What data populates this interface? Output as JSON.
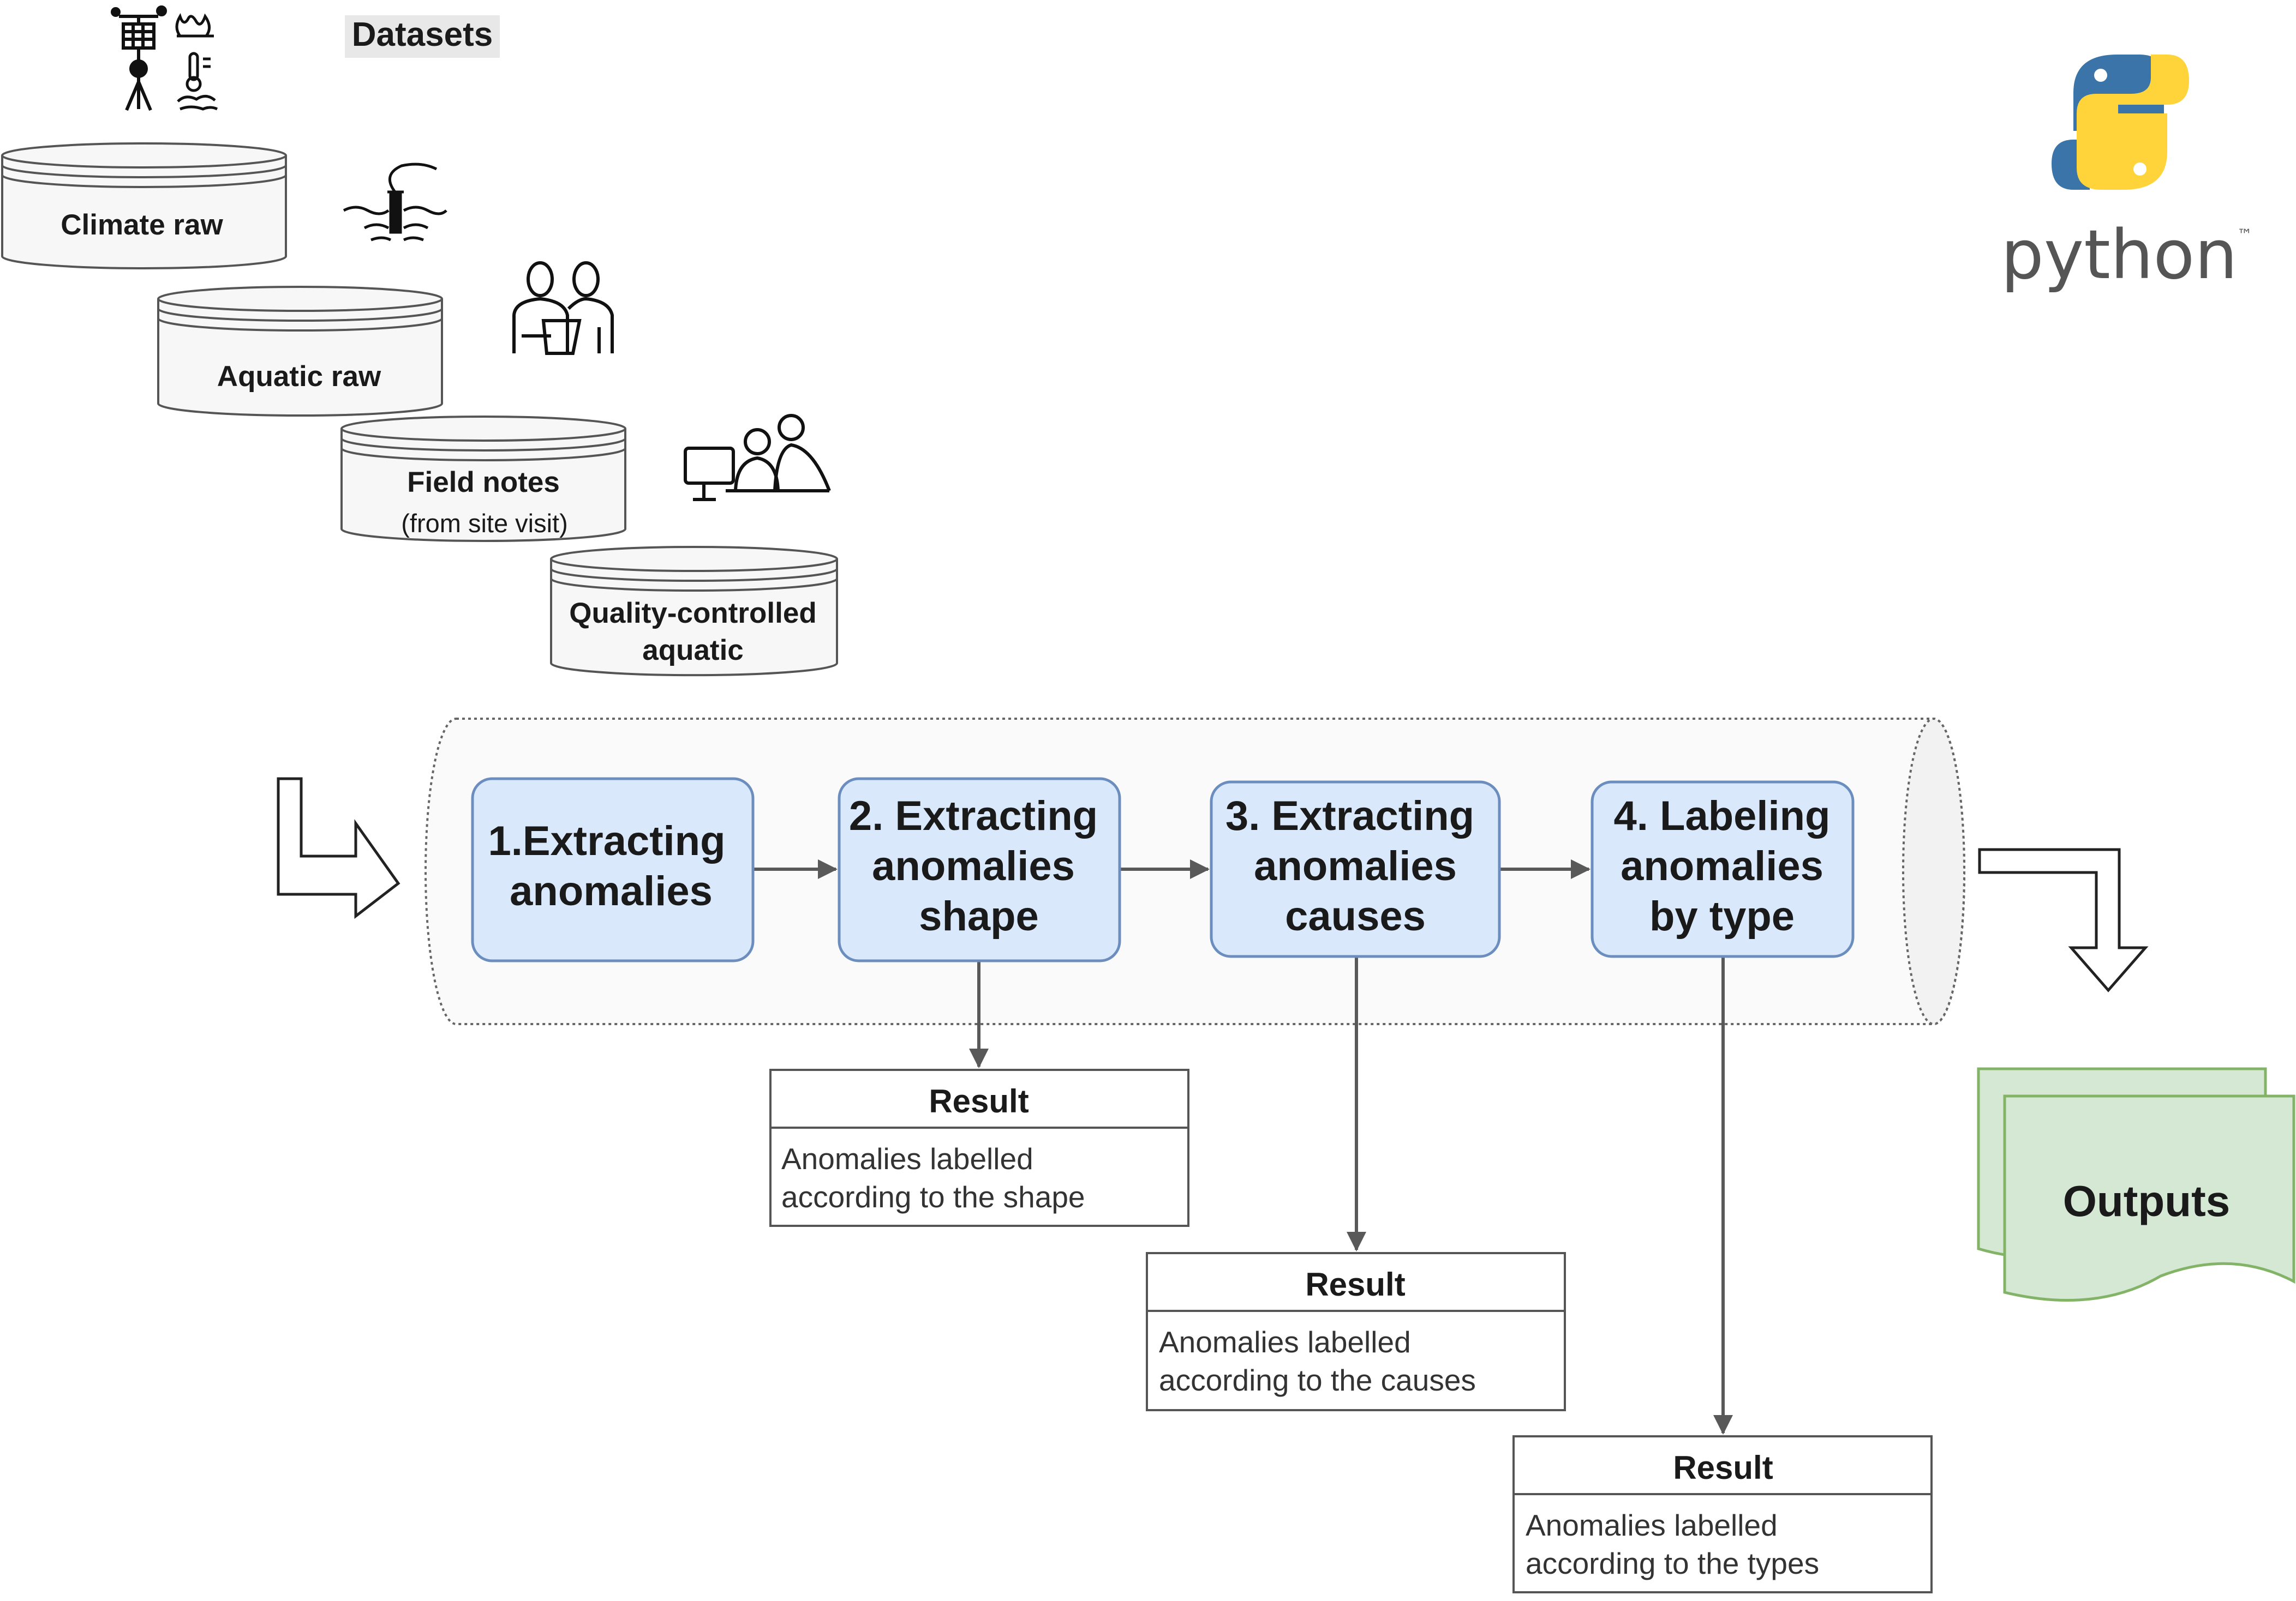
{
  "datasets_heading": "Datasets",
  "datasets": [
    {
      "id": "climate",
      "line1": "Climate raw",
      "line2": ""
    },
    {
      "id": "aquatic",
      "line1": "Aquatic raw",
      "line2": ""
    },
    {
      "id": "field",
      "line1": "Field notes",
      "line2": "(from site visit)"
    },
    {
      "id": "qc",
      "line1": "Quality-controlled",
      "line2": "aquatic"
    }
  ],
  "icons": [
    "weather-station-icon",
    "temperature-icon",
    "water-sensor-icon",
    "field-workers-icon",
    "office-workers-icon",
    "python-logo-icon"
  ],
  "python_logo": {
    "word": "python",
    "tm": "™"
  },
  "steps": [
    {
      "lines": [
        "1.Extracting",
        "anomalies"
      ]
    },
    {
      "lines": [
        "2. Extracting",
        "anomalies",
        "shape"
      ]
    },
    {
      "lines": [
        "3. Extracting",
        "anomalies",
        "causes"
      ]
    },
    {
      "lines": [
        "4. Labeling",
        "anomalies",
        "by type"
      ]
    }
  ],
  "results": [
    {
      "title": "Result",
      "line1": "Anomalies labelled",
      "line2": "according to the shape"
    },
    {
      "title": "Result",
      "line1": "Anomalies labelled",
      "line2": "according to the causes"
    },
    {
      "title": "Result",
      "line1": "Anomalies labelled",
      "line2": "according to the types"
    }
  ],
  "outputs_label": "Outputs",
  "colors": {
    "step_fill": "#dae8fc",
    "step_stroke": "#6c8ebf",
    "outputs_fill": "#d5e8d4",
    "outputs_stroke": "#82b366",
    "arrow": "#595959",
    "python_blue": "#3a74a8",
    "python_yellow": "#ffd43b"
  }
}
